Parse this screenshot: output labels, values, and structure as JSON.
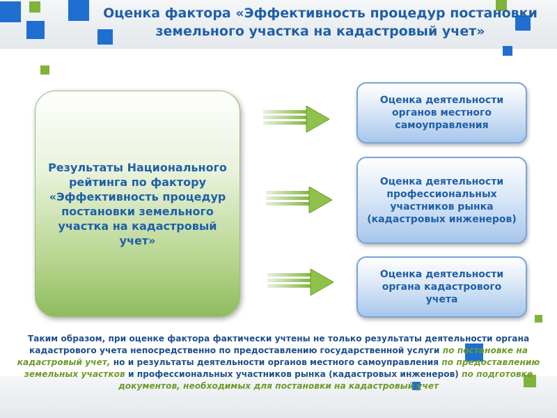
{
  "title": "Оценка фактора «Эффективность процедур постановки земельного участка на кадастровый учет»",
  "left_box": {
    "text": "Результаты Национального рейтинга по фактору «Эффективность процедур постановки земельного участка на кадастровый учет»"
  },
  "right_boxes": [
    {
      "text": "Оценка деятельности органов местного самоуправления"
    },
    {
      "text": "Оценка деятельности профессиональных участников рынка (кадастровых инженеров)"
    },
    {
      "text": "Оценка деятельности органа кадастрового учета"
    }
  ],
  "summary": {
    "part1": "Таким образом, при оценке фактора фактически учтены не только результаты деятельности органа кадастрового учета непосредственно по предоставлению государственной услуги ",
    "part2": "по постановке на кадастровый учет,",
    "part3": " но и  результаты деятельности органов местного самоуправления ",
    "part4": "по предоставлению земельных участков",
    "part5": " и профессиональных участников рынка (кадастровых инженеров) ",
    "part6": "по подготовке документов, необходимых для постановки на кадастровый учет"
  },
  "colors": {
    "title_blue": "#1f5fa8",
    "accent_green": "#6f9a2a",
    "decor_blue": "#1e6fd0",
    "decor_green": "#7fb33a"
  },
  "icons": [
    "double-arrow-right-icon"
  ]
}
